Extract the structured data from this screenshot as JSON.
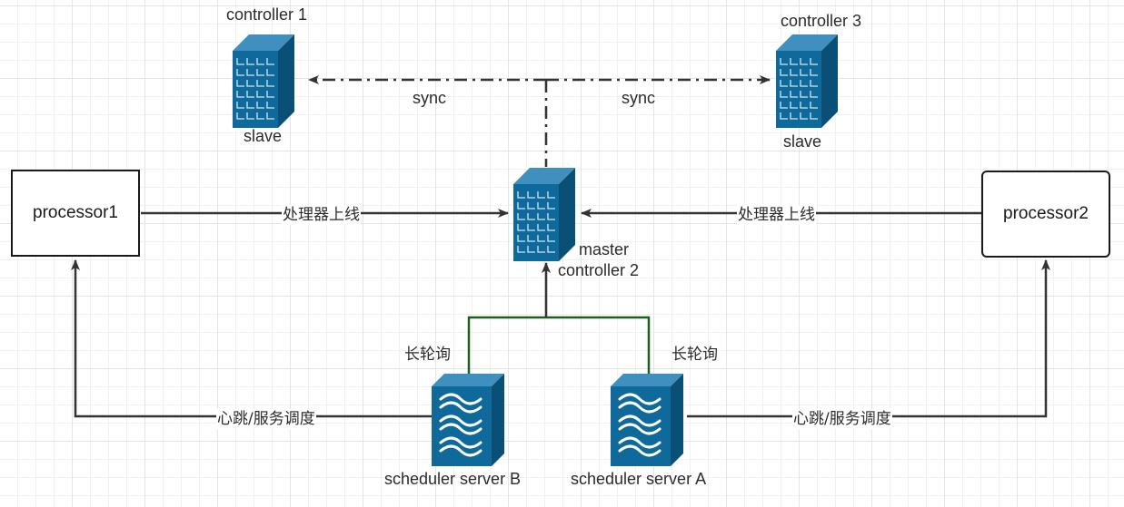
{
  "nodes": {
    "controller1": {
      "title": "controller 1",
      "role": "slave",
      "icon": "server-icon"
    },
    "controller3": {
      "title": "controller 3",
      "role": "slave",
      "icon": "server-icon"
    },
    "controller2": {
      "role": "master",
      "title": "controller 2",
      "icon": "server-icon"
    },
    "processor1": {
      "label": "processor1"
    },
    "processor2": {
      "label": "processor2"
    },
    "schedulerB": {
      "label": "scheduler server B",
      "icon": "scheduler-icon"
    },
    "schedulerA": {
      "label": "scheduler server A",
      "icon": "scheduler-icon"
    }
  },
  "edges": {
    "sync_left": "sync",
    "sync_right": "sync",
    "online_left": "处理器上线",
    "online_right": "处理器上线",
    "poll_b": "长轮询",
    "poll_a": "长轮询",
    "heartbeat_left": "心跳/服务调度",
    "heartbeat_right": "心跳/服务调度"
  },
  "colors": {
    "server_front": "#0f6a9b",
    "server_side": "#0a4f76",
    "server_top": "#3f8fbf",
    "connector": "#333333",
    "poll_connector": "#1f5e1f"
  }
}
